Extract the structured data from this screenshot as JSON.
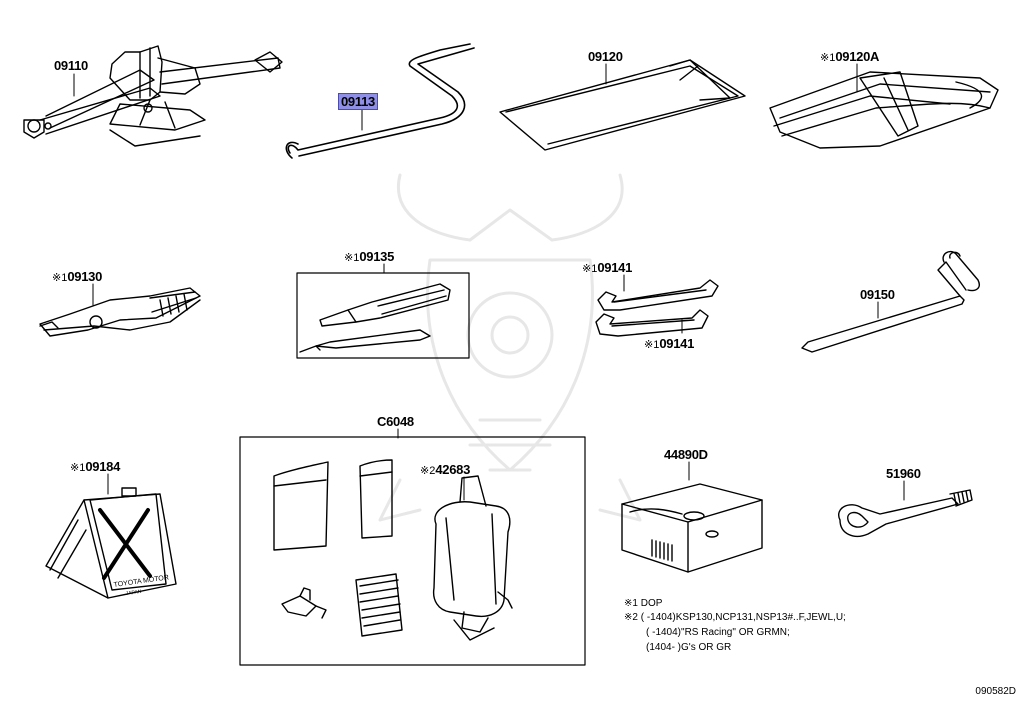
{
  "note_mark": "※",
  "parts": [
    {
      "id": "jack",
      "number": "09110",
      "mark": "",
      "highlighted": false
    },
    {
      "id": "handle",
      "number": "09113",
      "mark": "",
      "highlighted": true
    },
    {
      "id": "bag",
      "number": "09120",
      "mark": "",
      "highlighted": false
    },
    {
      "id": "pouch",
      "number": "09120A",
      "mark": "1",
      "highlighted": false
    },
    {
      "id": "pliers",
      "number": "09130",
      "mark": "1",
      "highlighted": false
    },
    {
      "id": "screwdriver",
      "number": "09135",
      "mark": "1",
      "highlighted": false
    },
    {
      "id": "wrench-upper",
      "number": "09141",
      "mark": "1",
      "highlighted": false
    },
    {
      "id": "wrench-lower",
      "number": "09141",
      "mark": "1",
      "highlighted": false
    },
    {
      "id": "lug-wrench",
      "number": "09150",
      "mark": "",
      "highlighted": false
    },
    {
      "id": "triangle",
      "number": "09184",
      "mark": "1",
      "highlighted": false
    },
    {
      "id": "kit",
      "number": "C6048",
      "mark": "",
      "highlighted": false
    },
    {
      "id": "compressor",
      "number": "42683",
      "mark": "2",
      "highlighted": false
    },
    {
      "id": "repair-kit",
      "number": "44890D",
      "mark": "",
      "highlighted": false
    },
    {
      "id": "tow-hook",
      "number": "51960",
      "mark": "",
      "highlighted": false
    }
  ],
  "triangle_text": [
    "TOYOTA MOTOR",
    "JAPAN"
  ],
  "notes": [
    {
      "mark": "※1",
      "text": "DOP"
    },
    {
      "mark": "※2",
      "text": "(      -1404)KSP130,NCP131,NSP13#..F,JEWL,U;"
    },
    {
      "mark": "",
      "text": "(      -1404)\"RS Racing\" OR GRMN;"
    },
    {
      "mark": "",
      "text": "(1404-      )G's OR GR"
    }
  ],
  "diagram_code": "090582D"
}
